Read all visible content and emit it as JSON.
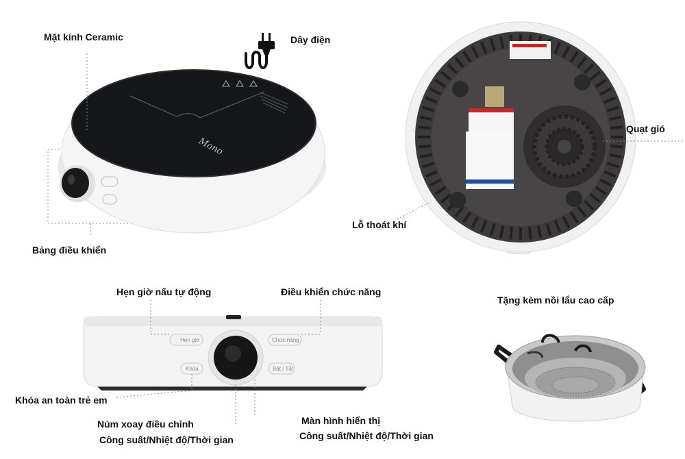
{
  "labels": {
    "ceramic_glass": "Mặt kính Ceramic",
    "power_cord": "Dây điện",
    "control_panel": "Bảng điều khiển",
    "cooling_fan": "Quạt gió",
    "vent_holes": "Lỗ thoát khí",
    "auto_timer": "Hẹn giờ nấu tự động",
    "function_control": "Điều khiển chức năng",
    "free_hotpot": "Tặng kèm nồi lẩu cao cấp",
    "child_lock": "Khóa an toàn trẻ em",
    "knob_line1": "Núm xoay điều chỉnh",
    "knob_line2": "Công suất/Nhiệt độ/Thời gian",
    "display_line1": "Màn hình hiển thị",
    "display_line2": "Công suất/Nhiệt độ/Thời gian"
  },
  "product": {
    "brand_mark": "Mono",
    "buttons": {
      "timer": "Hẹn giờ",
      "function": "Chức năng",
      "lock": "Khóa",
      "power": "Bật / Tắt"
    }
  },
  "icons": [
    "power-plug-icon"
  ],
  "colors": {
    "glass": "#15171b",
    "body": "#f4f4f4",
    "base": "#2a2a2a",
    "label_text": "#111111"
  }
}
